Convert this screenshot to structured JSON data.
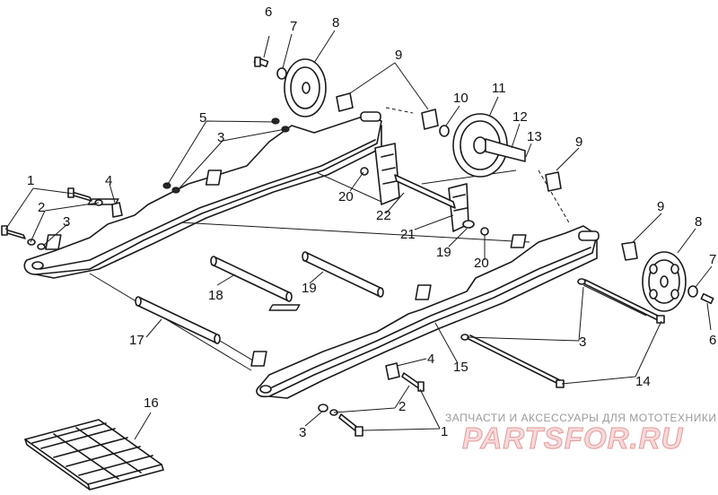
{
  "callouts": {
    "c1": "6",
    "c2": "7",
    "c3": "8",
    "c4": "9",
    "c5": "10",
    "c6": "11",
    "c7": "12",
    "c8": "13",
    "c9": "9",
    "c10": "5",
    "c11": "3",
    "c12": "1",
    "c13": "4",
    "c14": "2",
    "c15": "3",
    "c16": "20",
    "c17": "22",
    "c18": "21",
    "c19": "19",
    "c20": "20",
    "c21": "9",
    "c22": "8",
    "c23": "7",
    "c24": "6",
    "c25": "18",
    "c26": "19",
    "c27": "17",
    "c28": "3",
    "c29": "15",
    "c30": "4",
    "c31": "14",
    "c32": "2",
    "c33": "3",
    "c34": "1",
    "c35": "16"
  },
  "watermark": {
    "caption": "ЗАПЧАСТИ И АКСЕССУАРЫ ДЛЯ МОТОТЕХНИКИ",
    "logo": "PARTSFOR.RU"
  },
  "colors": {
    "ink": "#1a1a1a",
    "watermark_text": "#9a9a9a",
    "watermark_logo": "#e39a9a"
  }
}
